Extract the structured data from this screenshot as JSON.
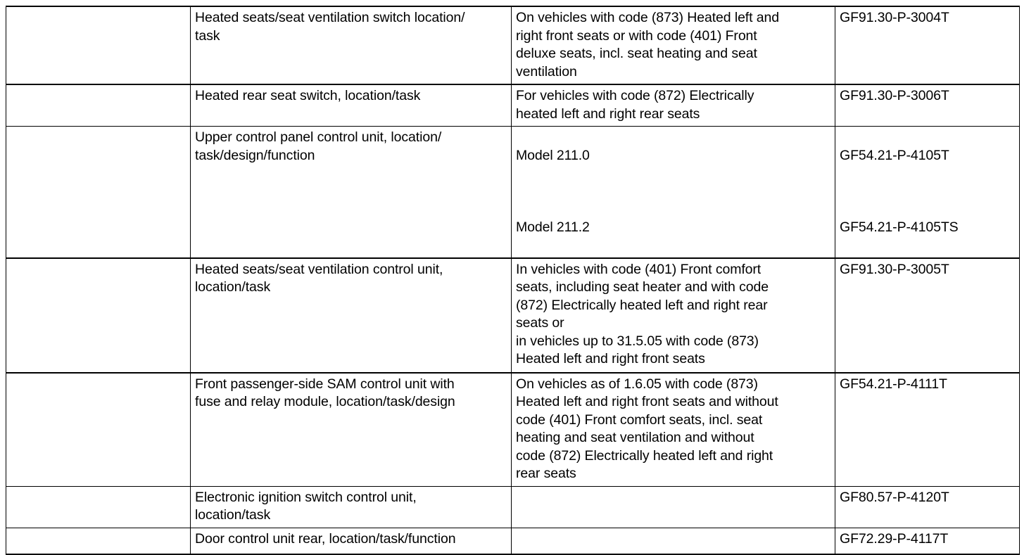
{
  "document": {
    "type": "table",
    "columns": 4,
    "rows": 7,
    "first_column_empty": true
  },
  "table": {
    "rows": [
      {
        "col1": "",
        "col2": "Heated seats/seat ventilation switch location/\ntask",
        "col3": "On vehicles with code (873) Heated left and\nright front seats or with code (401) Front\ndeluxe seats, incl. seat heating and seat\nventilation",
        "col4_a": "GF91.30-P-3004T",
        "col4_b": ""
      },
      {
        "col1": "",
        "col2": "Heated rear seat switch, location/task",
        "col3": "For vehicles with code (872) Electrically\nheated left and right rear seats",
        "col4_a": "GF91.30-P-3006T",
        "col4_b": ""
      },
      {
        "col1": "",
        "col2": "Upper control panel control unit, location/\ntask/design/function",
        "col3_a": "Model 211.0",
        "col3_b": "Model 211.2",
        "col4_a": "GF54.21-P-4105T",
        "col4_b": "GF54.21-P-4105TS"
      },
      {
        "col1": "",
        "col2": "Heated seats/seat ventilation control unit,\nlocation/task",
        "col3": "In vehicles with code (401) Front comfort\nseats, including seat heater and with code\n(872) Electrically heated left and right rear\nseats or\nin vehicles up to 31.5.05 with code (873)\nHeated left and right front seats",
        "col4_a": "GF91.30-P-3005T",
        "col4_b": ""
      },
      {
        "col1": "",
        "col2": "Front passenger-side SAM control unit with\nfuse and relay module, location/task/design",
        "col3": "On vehicles as of 1.6.05 with code (873)\nHeated left and right front seats and without\ncode (401) Front comfort seats, incl. seat\nheating and seat ventilation and without\ncode (872) Electrically heated left and right\nrear seats",
        "col4_a": "GF54.21-P-4111T",
        "col4_b": ""
      },
      {
        "col1": "",
        "col2": "Electronic ignition switch control unit,\nlocation/task",
        "col3": "",
        "col4_a": "GF80.57-P-4120T",
        "col4_b": ""
      },
      {
        "col1": "",
        "col2": "Door control unit rear, location/task/function",
        "col3": "",
        "col4_a": "GF72.29-P-4117T",
        "col4_b": ""
      }
    ]
  },
  "colors": {
    "text": "#000000",
    "border": "#000000",
    "background": "#ffffff"
  }
}
